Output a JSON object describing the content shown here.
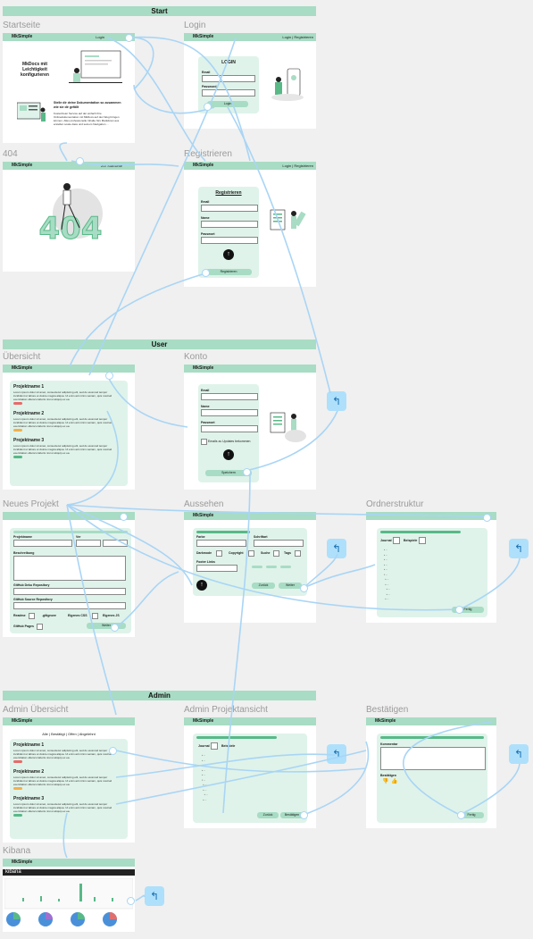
{
  "sections": {
    "start": "Start",
    "user": "User",
    "admin": "Admin"
  },
  "frames": {
    "startseite": "Startseite",
    "login": "Login",
    "f404": "404",
    "registrieren": "Registrieren",
    "uebersicht": "Übersicht",
    "konto": "Konto",
    "neues_projekt": "Neues Projekt",
    "aussehen": "Aussehen",
    "ordnerstruktur": "Ordnerstruktur",
    "admin_uebersicht": "Admin Übersicht",
    "admin_projektansicht": "Admin Projektansicht",
    "bestaetigen": "Bestätigen",
    "kibana": "Kibana"
  },
  "brand": "MkSimple",
  "nav": {
    "login": "Login",
    "registrieren": "Registrieren",
    "zur_startseite": "Zur Startseite"
  },
  "startseite": {
    "hero": "MkDocs mit Leichtigkeit konfigurieren",
    "sub": "Stelle dir deine Dokumentation so zusammen wie sie dir gefällt",
    "body": "Kostenfreier Service auf der einfach Ihre Onlinedokumentation mit MkDocs auf den Weg bringen können. Alles professionelle Inhalte fürs Markdown aus erstellen sowie dass und seinem Navigation ..."
  },
  "login": {
    "title": "LOGIN",
    "email": "Email",
    "password": "Password",
    "button": "Login"
  },
  "registrieren": {
    "title": "Registrieren",
    "email": "Email",
    "name": "Name",
    "password": "Passwort",
    "button": "Registrieren"
  },
  "uebersicht": {
    "projects": [
      {
        "title": "Projektname 1",
        "text": "Lorem ipsum dolor sit amet, consectetur adipiscing elit, sed do eiusmod tempor incididunt ut labore et dolore magna aliqua. Ut enim ad minim veniam, quis nostrud exercitation ullamco laboris nisi ut aliquip ex ea.",
        "badge": "#e86a6a"
      },
      {
        "title": "Projektname 2",
        "text": "Lorem ipsum dolor sit amet, consectetur adipiscing elit, sed do eiusmod tempor incididunt ut labore et dolore magna aliqua. Ut enim ad minim veniam, quis nostrud exercitation ullamco laboris nisi ut aliquip ex ea.",
        "badge": "#f2b04a"
      },
      {
        "title": "Projektname 3",
        "text": "Lorem ipsum dolor sit amet, consectetur adipiscing elit, sed do eiusmod tempor incididunt ut labore et dolore magna aliqua. Ut enim ad minim veniam, quis nostrud exercitation ullamco laboris nisi ut aliquip ex ea.",
        "badge": "#58b987"
      }
    ]
  },
  "konto": {
    "email": "Email",
    "name": "Name",
    "password": "Passwort",
    "updates": "Emails zu Updates bekommen",
    "button": "Speichern"
  },
  "neues_projekt": {
    "name": "Projektname",
    "ver": "Ver",
    "desc": "Beschreibung",
    "repo": "GitHub Deku Repository",
    "source": "GitHub Source Repository",
    "readme": "Readme",
    "gitignore": ".gitignore",
    "css": "Eigenes CSS",
    "js": "Eigenes JS",
    "pages": "GitHub Pages",
    "button": "Weiter"
  },
  "aussehen": {
    "farbe": "Farbe",
    "schrift": "Schriftart",
    "darkmode": "Darkmode",
    "copyright": "Copyright",
    "suche": "Suche",
    "tags": "Tags",
    "footer": "Footer Links",
    "zurueck": "Zurück",
    "weiter": "Weiter"
  },
  "ordnerstruktur": {
    "journal": "Journal",
    "beispiele": "Beispiele",
    "button": "Fertig"
  },
  "admin_uebersicht": {
    "filter": "Alle | Bestätigt | Offen | Abgelehnt"
  },
  "admin_projekt": {
    "journal": "Journal",
    "beispiele": "Beispiele",
    "zurueck": "Zurück",
    "button": "Bestätigen"
  },
  "bestaetigen": {
    "kommentar": "Kommentar",
    "bestaetigen": "Bestätigen",
    "button": "Fertig"
  },
  "kibana": {
    "logo": "kibana"
  },
  "colors": {
    "mint": "#a8dcc4",
    "mint_light": "#dff3ea",
    "wire": "#a9d5f5",
    "back": "#aee0fb"
  },
  "icons": {
    "back": "undo-arrow-icon",
    "submit": "arrow-up-circle-icon"
  }
}
